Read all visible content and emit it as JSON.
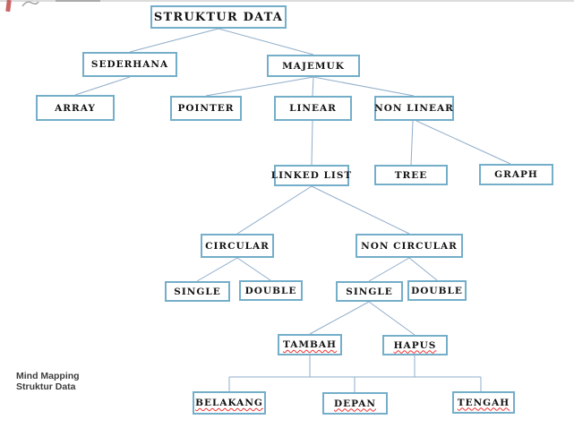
{
  "diagram": {
    "nodes": {
      "root": "STRUKTUR DATA",
      "sederhana": "SEDERHANA",
      "majemuk": "MAJEMUK",
      "array": "ARRAY",
      "pointer": "POINTER",
      "linear": "LINEAR",
      "nonlinear": "NON LINEAR",
      "linkedlist": "LINKED LIST",
      "tree": "TREE",
      "graph": "GRAPH",
      "circular": "CIRCULAR",
      "noncircular": "NON CIRCULAR",
      "single_circular": "SINGLE",
      "double_circular": "DOUBLE",
      "single_noncircular": "SINGLE",
      "double_noncircular": "DOUBLE",
      "tambah": "TAMBAH",
      "hapus": "HAPUS",
      "belakang": "BELAKANG",
      "depan": "DEPAN",
      "tengah": "TENGAH"
    },
    "edges": [
      {
        "from": "root",
        "to": "sederhana"
      },
      {
        "from": "root",
        "to": "majemuk"
      },
      {
        "from": "sederhana",
        "to": "array"
      },
      {
        "from": "majemuk",
        "to": "pointer"
      },
      {
        "from": "majemuk",
        "to": "linear"
      },
      {
        "from": "majemuk",
        "to": "nonlinear"
      },
      {
        "from": "linear",
        "to": "linkedlist"
      },
      {
        "from": "nonlinear",
        "to": "tree"
      },
      {
        "from": "nonlinear",
        "to": "graph"
      },
      {
        "from": "linkedlist",
        "to": "circular"
      },
      {
        "from": "linkedlist",
        "to": "noncircular"
      },
      {
        "from": "circular",
        "to": "single_circular"
      },
      {
        "from": "circular",
        "to": "double_circular"
      },
      {
        "from": "noncircular",
        "to": "single_noncircular"
      },
      {
        "from": "noncircular",
        "to": "double_noncircular"
      },
      {
        "from": "single_noncircular",
        "to": "tambah"
      },
      {
        "from": "single_noncircular",
        "to": "hapus"
      },
      {
        "from": "tambah",
        "to": "belakang"
      },
      {
        "from": "tambah",
        "to": "depan"
      },
      {
        "from": "tambah",
        "to": "tengah"
      },
      {
        "from": "hapus",
        "to": "belakang"
      },
      {
        "from": "hapus",
        "to": "depan"
      },
      {
        "from": "hapus",
        "to": "tengah"
      }
    ],
    "misspelled_nodes": [
      "tambah",
      "hapus",
      "belakang",
      "depan",
      "tengah"
    ]
  },
  "caption": {
    "line1": "Mind Mapping",
    "line2": "Struktur Data"
  },
  "colors": {
    "box_border": "#74aec9",
    "connector_line": "#8fadca",
    "node_text": "#141414",
    "misspell_underline": "#f03030",
    "caption_text": "#3d3d3d",
    "red_mark": "#c24b4b"
  }
}
